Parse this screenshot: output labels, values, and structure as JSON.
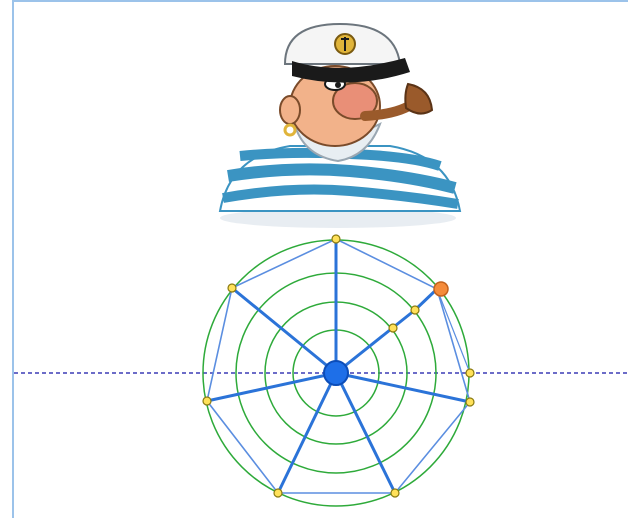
{
  "window": {
    "title": ""
  },
  "illustration": {
    "name": "sailor-with-pipe",
    "colors": {
      "cap": "#f5f5f5",
      "visor": "#1a1a1a",
      "badge": "#e0b43a",
      "skin": "#f2b28a",
      "nose": "#e98f77",
      "beard": "#e8eef2",
      "pipe": "#9a5a2b",
      "stripe": "#3b94c2",
      "shirt": "#ffffff"
    }
  },
  "diagram": {
    "rings": 4,
    "spokes": 7,
    "highlight_spoke": "top-right",
    "colors": {
      "ring": "#2eaa3a",
      "spoke": "#2b73d8",
      "polygon": "#5b8ee0",
      "center": "#1e6fe8",
      "vertex": "#ffe15a",
      "vertex_stroke": "#8a7a10",
      "active_point": "#f58b3a",
      "axis": "#3b3bb5"
    }
  }
}
